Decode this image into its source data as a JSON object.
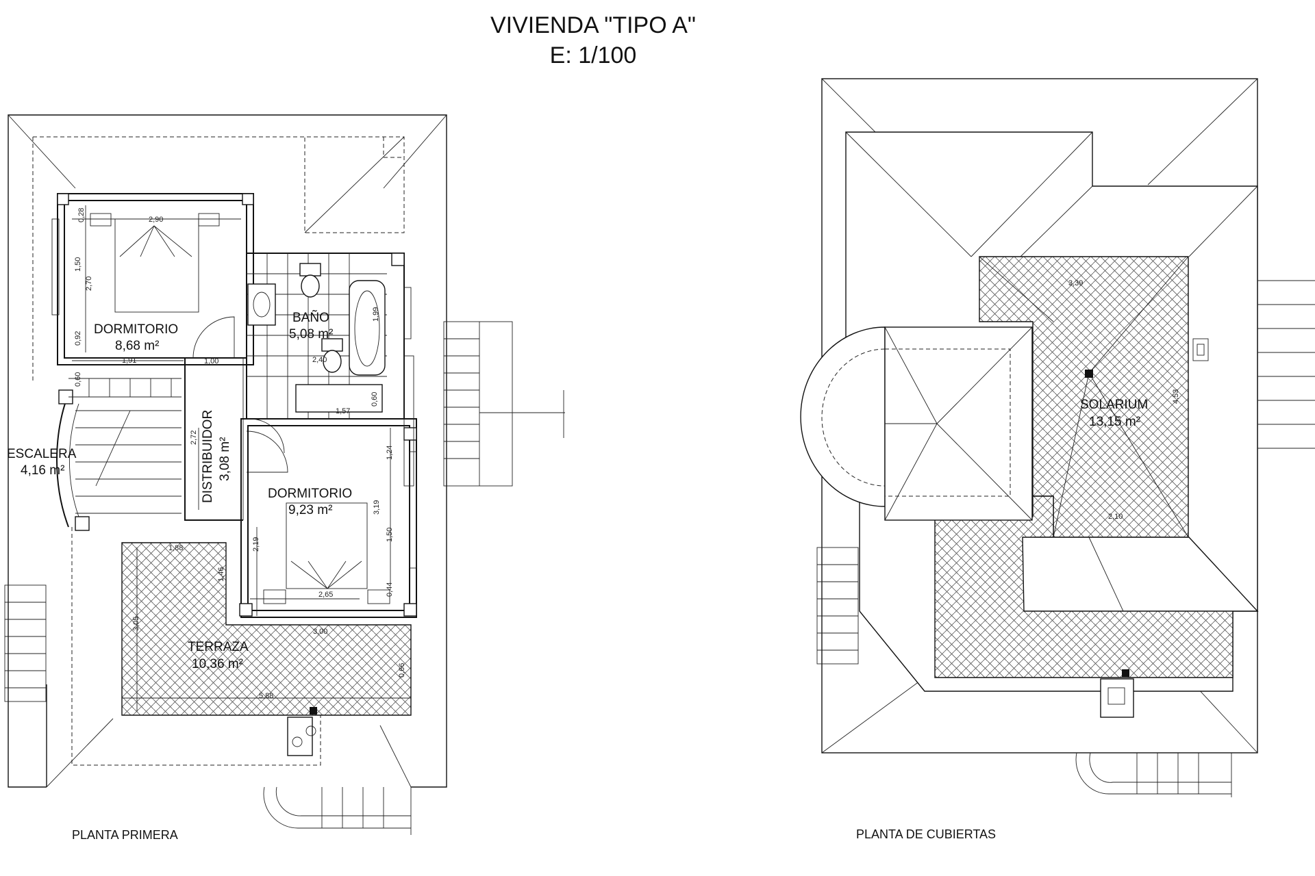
{
  "header": {
    "title": "VIVIENDA \"TIPO A\"",
    "scale": "E: 1/100"
  },
  "plans": [
    {
      "caption": "PLANTA PRIMERA",
      "rooms": [
        {
          "name": "DORMITORIO",
          "area": "8,68 m²"
        },
        {
          "name": "BAÑO",
          "area": "5,08 m²"
        },
        {
          "name": "ESCALERA",
          "area": "4,16 m²"
        },
        {
          "name": "DISTRIBUIDOR",
          "area": "3,08 m²"
        },
        {
          "name": "DORMITORIO",
          "area": "9,23 m²"
        },
        {
          "name": "TERRAZA",
          "area": "10,36 m²"
        }
      ],
      "dimensions": [
        "2,90",
        "0,28",
        "1,50",
        "2,70",
        "0,92",
        "1,91",
        "1,00",
        "1,99",
        "2,40",
        "0,60",
        "1,57",
        "0,60",
        "2,72",
        "1,24",
        "3,19",
        "1,50",
        "2,19",
        "0,44",
        "2,65",
        "1,88",
        "1,46",
        "3,05",
        "3,00",
        "0,66",
        "5,88"
      ]
    },
    {
      "caption": "PLANTA DE CUBIERTAS",
      "rooms": [
        {
          "name": "SOLARIUM",
          "area": "13,15 m²"
        }
      ],
      "dimensions": [
        "3,39",
        "4,53",
        "2,10"
      ]
    }
  ]
}
